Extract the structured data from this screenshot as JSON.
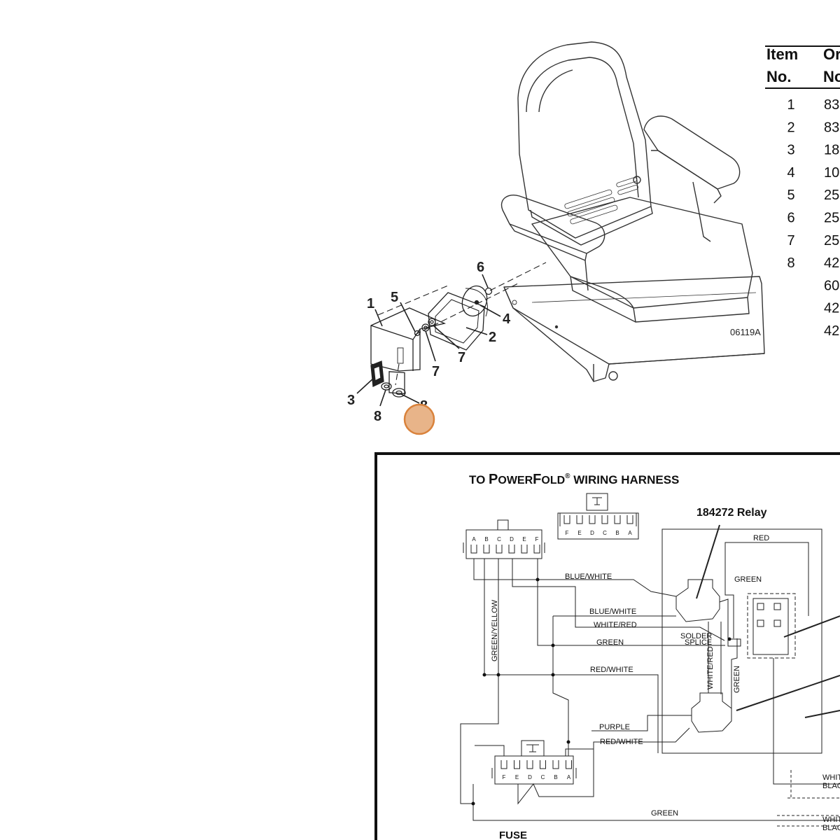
{
  "figure_code": "06119A",
  "parts_table": {
    "header_item": [
      "Item",
      "No."
    ],
    "header_order": [
      "Or",
      "No"
    ],
    "item_numbers": [
      "1",
      "2",
      "3",
      "4",
      "5",
      "6",
      "7",
      "8",
      "",
      "",
      ""
    ],
    "order_prefixes": [
      "83",
      "83",
      "18",
      "10",
      "25",
      "25",
      "25",
      "42",
      "60",
      "42",
      "42"
    ]
  },
  "callouts": {
    "c1": "1",
    "c2": "2",
    "c3": "3",
    "c4": "4",
    "c5": "5",
    "c6": "6",
    "c7a": "7",
    "c7b": "7",
    "c8a": "8",
    "c8b": "8"
  },
  "highlight_color": "#e8b489",
  "highlight_stroke": "#d9823b",
  "schematic": {
    "title_to": "TO ",
    "title_p": "P",
    "title_ower": "OWER",
    "title_f": "F",
    "title_old": "OLD",
    "title_reg": "®",
    "title_rest": " WIRING HARNESS",
    "relay_label": "184272 Relay",
    "pins_top": [
      "F",
      "E",
      "D",
      "C",
      "B",
      "A"
    ],
    "pins_left": [
      "A",
      "B",
      "C",
      "D",
      "E",
      "F"
    ],
    "pins_bottom": [
      "F",
      "E",
      "D",
      "C",
      "B",
      "A"
    ],
    "wires": {
      "red": "RED",
      "blue_white_1": "BLUE/WHITE",
      "blue_white_2": "BLUE/WHITE",
      "white_red": "WHITE/RED",
      "green_1": "GREEN",
      "green_2": "GREEN",
      "green_vertical": "GREEN",
      "green_bottom": "GREEN",
      "green_yellow": "GREEN/YELLOW",
      "red_white_1": "RED/WHITE",
      "red_white_2": "RED/WHITE",
      "purple": "PURPLE",
      "white_red_vertical": "WHITE/RED",
      "solder": "SOLDER",
      "splice": "SPLICE",
      "white_1": "WHIT",
      "black_1": "BLAC",
      "white_2": "WHIT",
      "black_2": "BLAC",
      "fuse": "FUSE"
    }
  }
}
